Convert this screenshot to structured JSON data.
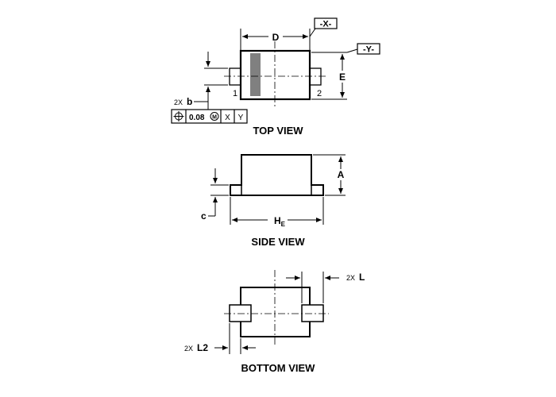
{
  "datum_x": "-X-",
  "datum_y": "-Y-",
  "top_view": {
    "dim_d": "D",
    "dim_e": "E",
    "pin_1": "1",
    "pin_2": "2",
    "count_b": "2X",
    "dim_b": "b",
    "tolerance": "0.08",
    "material_condition": "M",
    "datum_ref_1": "X",
    "datum_ref_2": "Y",
    "title": "TOP VIEW"
  },
  "side_view": {
    "dim_a": "A",
    "dim_c": "c",
    "dim_he": "H",
    "dim_he_sub": "E",
    "title": "SIDE VIEW"
  },
  "bottom_view": {
    "count_l": "2X",
    "dim_l": "L",
    "count_l2": "2X",
    "dim_l2": "L2",
    "title": "BOTTOM VIEW"
  }
}
